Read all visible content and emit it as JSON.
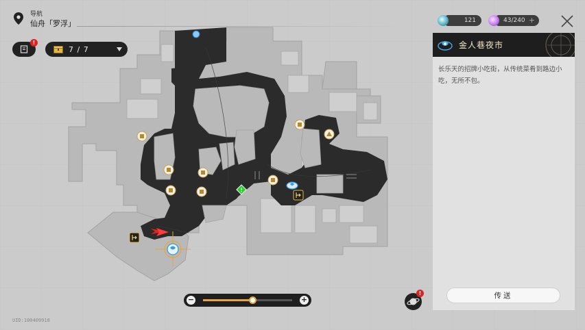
{
  "nav": {
    "label": "导航",
    "location": "仙舟「罗浮」"
  },
  "toolbar": {
    "book_badge": "!",
    "chest_count": "7 / 7"
  },
  "resources": {
    "currency_value": "121",
    "power_value": "43/240",
    "power_plus": "+"
  },
  "panel": {
    "title": "金人巷夜市",
    "description": "长乐天的招牌小吃街，从传统菜肴到路边小吃，无所不包。",
    "teleport_label": "传送"
  },
  "zoom": {
    "minus": "−",
    "plus": "+",
    "level": 0.55
  },
  "planet": {
    "badge": "!"
  },
  "uid": "UID:100409918",
  "colors": {
    "map_road": "#2b2b2b",
    "map_building": "#bdbdbd",
    "accent_orange": "#e7a53a",
    "marker_red": "#e02424",
    "waypoint_blue": "#3a9be0",
    "panel_title": "#f2e6c8"
  },
  "markers": {
    "shops": [
      "shop-icon",
      "shop-icon",
      "shop-icon",
      "shop-icon",
      "shop-icon",
      "shop-icon",
      "shop-icon",
      "shop-icon",
      "shop-icon"
    ],
    "exits": [
      "exit-door-icon",
      "exit-door-icon"
    ],
    "waypoints": [
      "space-anchor-icon",
      "space-anchor-icon",
      "space-anchor-icon"
    ],
    "mission": "mission-diamond-icon",
    "player": "player-arrow-icon"
  }
}
